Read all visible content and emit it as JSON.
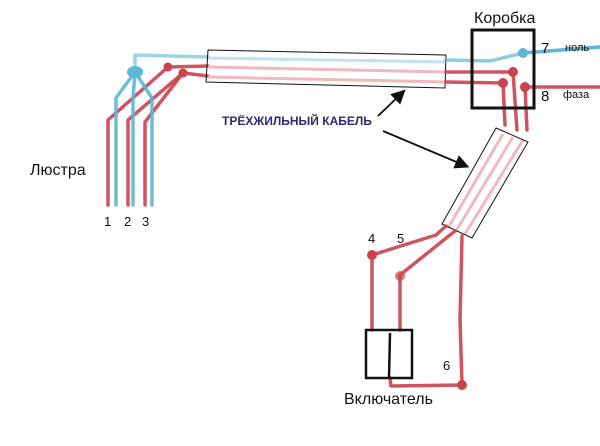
{
  "labels": {
    "chandelier": "Люстра",
    "box": "Коробка",
    "switch": "Включатель",
    "cable": "ТРЁХЖИЛЬНЫЙ КАБЕЛЬ",
    "neutral": "ноль",
    "phase": "фаза"
  },
  "terminals": [
    "1",
    "2",
    "3",
    "4",
    "5",
    "6",
    "7",
    "8"
  ],
  "colors": {
    "phase": "#c9434f",
    "neutral": "#5db6d3",
    "cable_label": "#2b2b6e"
  }
}
